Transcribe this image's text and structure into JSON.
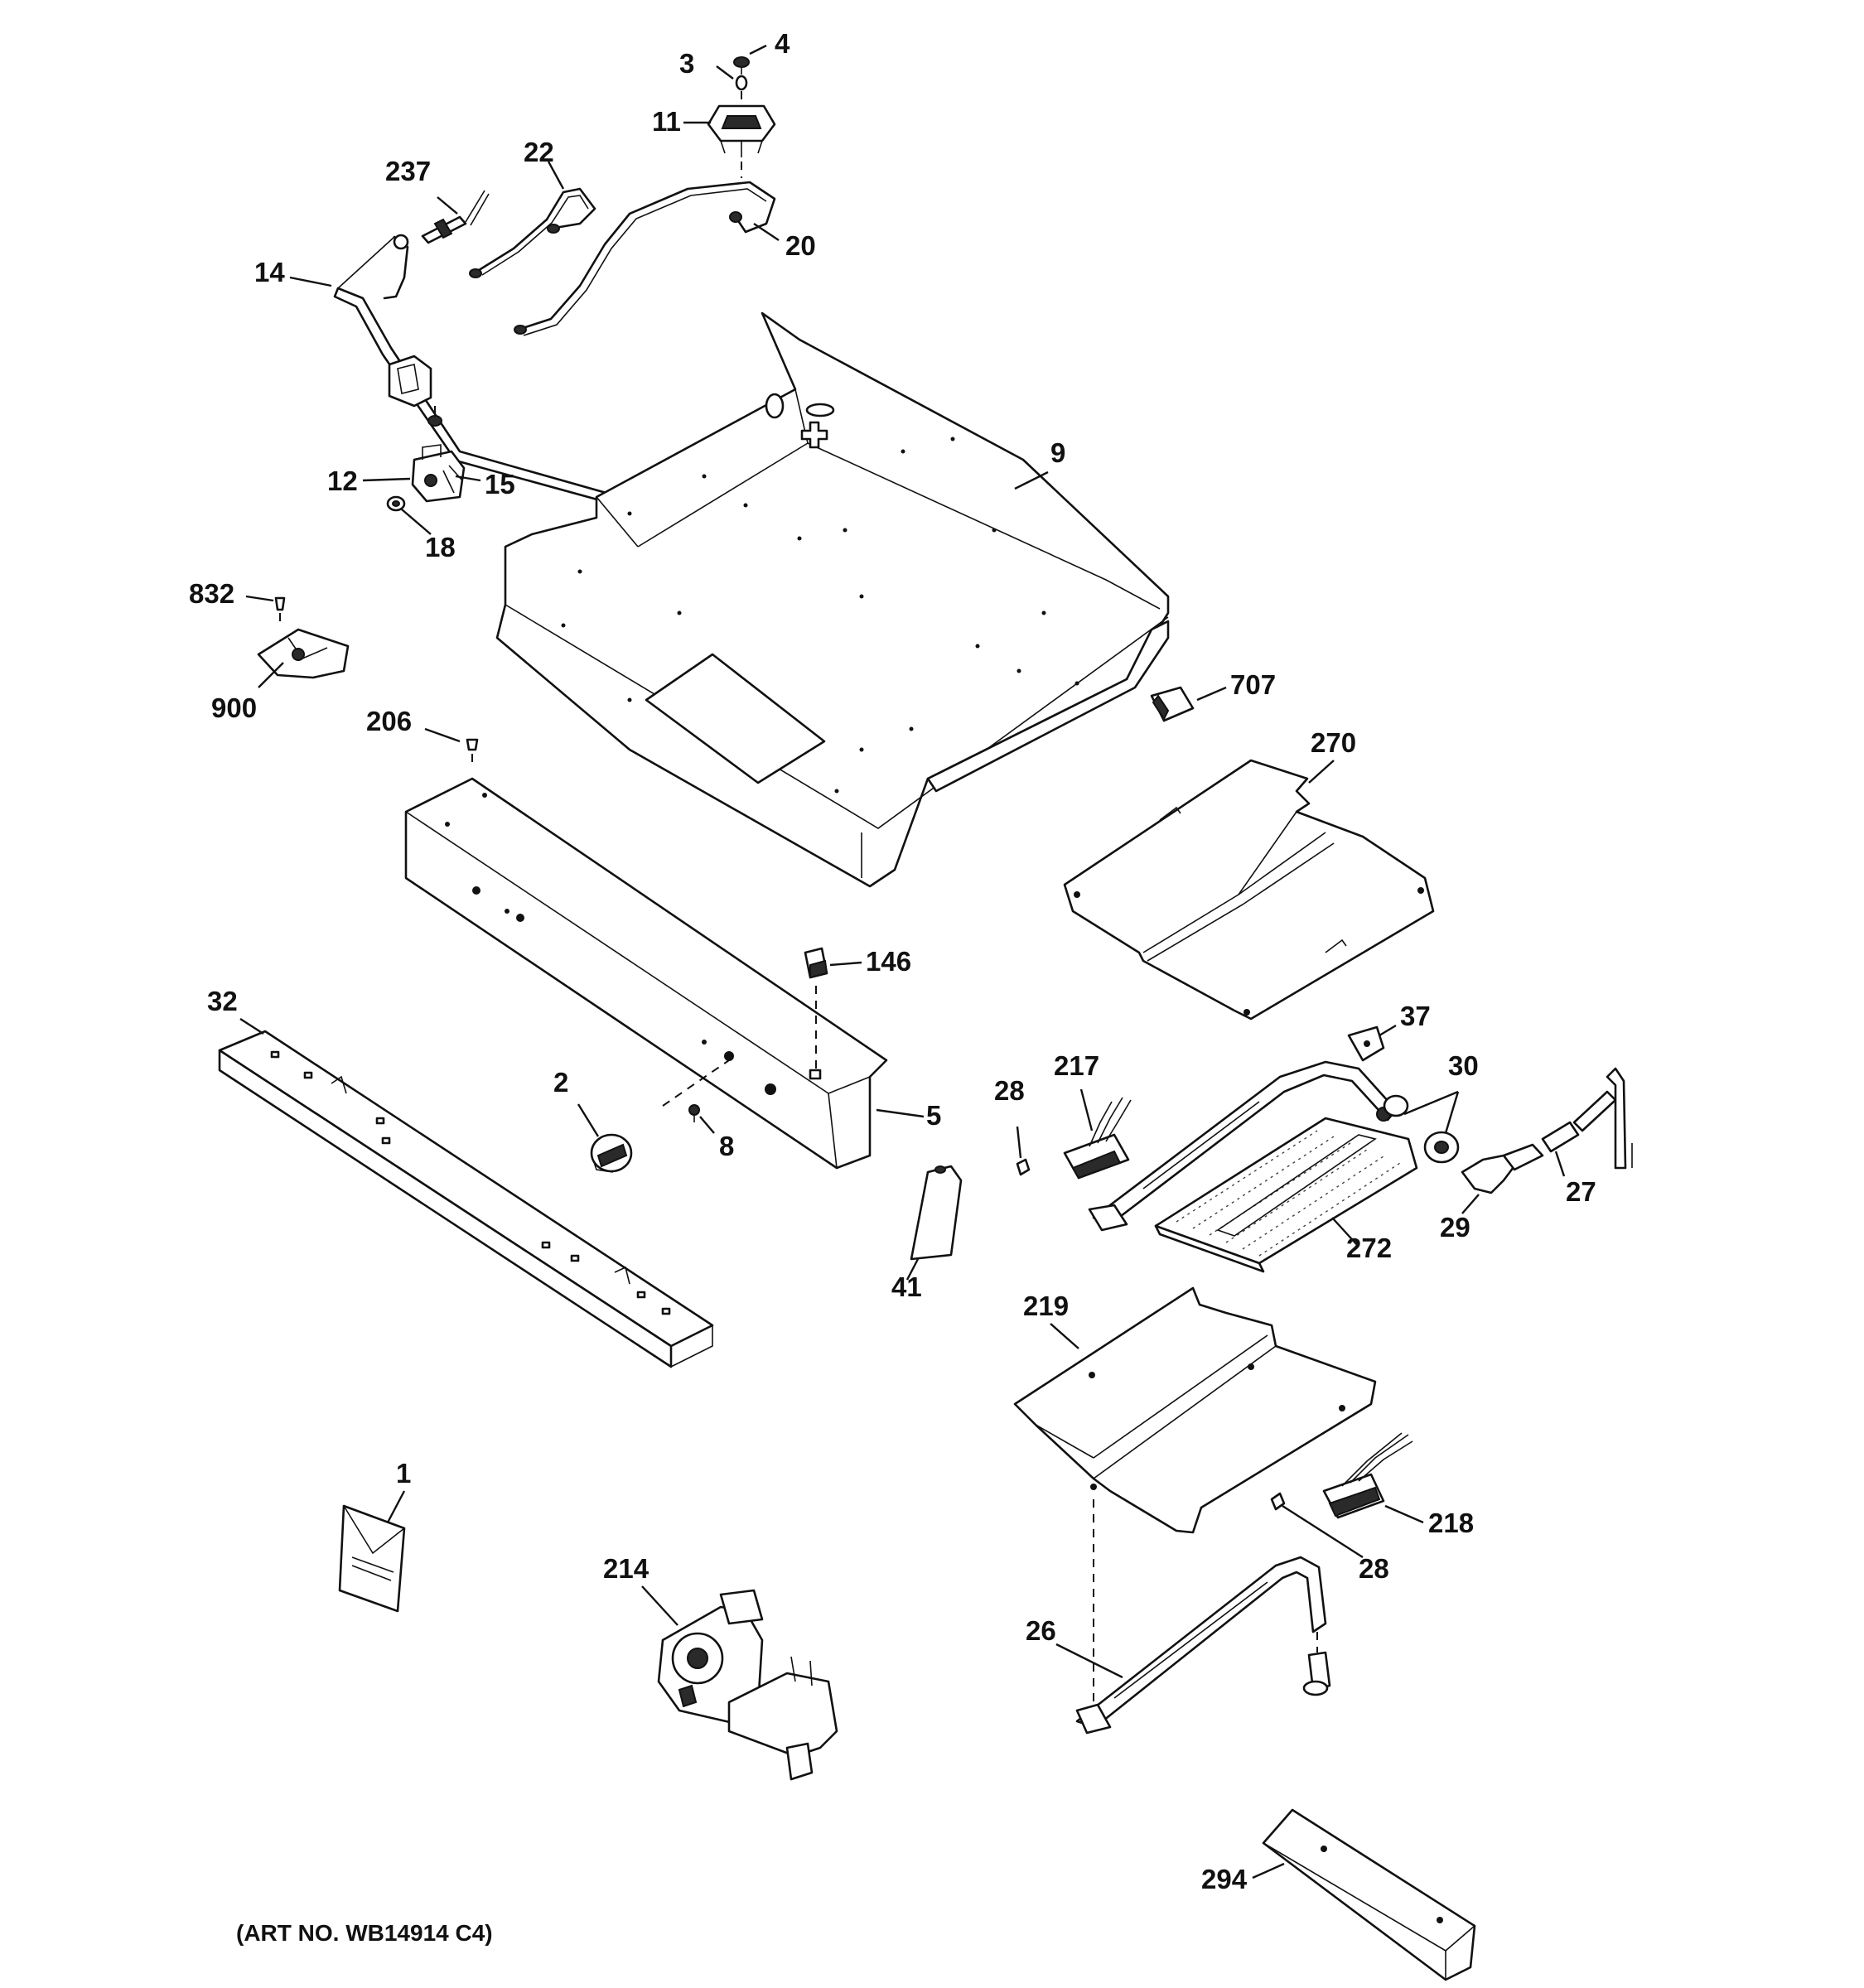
{
  "diagram": {
    "art_number": "(ART NO. WB14914 C4)",
    "callouts": {
      "c4": "4",
      "c3": "3",
      "c11": "11",
      "c237": "237",
      "c22": "22",
      "c20": "20",
      "c14": "14",
      "c9": "9",
      "c12": "12",
      "c15": "15",
      "c18": "18",
      "c832": "832",
      "c900": "900",
      "c206": "206",
      "c707": "707",
      "c270": "270",
      "c146": "146",
      "c32": "32",
      "c37": "37",
      "c30": "30",
      "c217": "217",
      "c28a": "28",
      "c2": "2",
      "c5": "5",
      "c8": "8",
      "c27": "27",
      "c29": "29",
      "c272": "272",
      "c41": "41",
      "c219": "219",
      "c1": "1",
      "c218": "218",
      "c28b": "28",
      "c214": "214",
      "c26": "26",
      "c294": "294"
    }
  }
}
